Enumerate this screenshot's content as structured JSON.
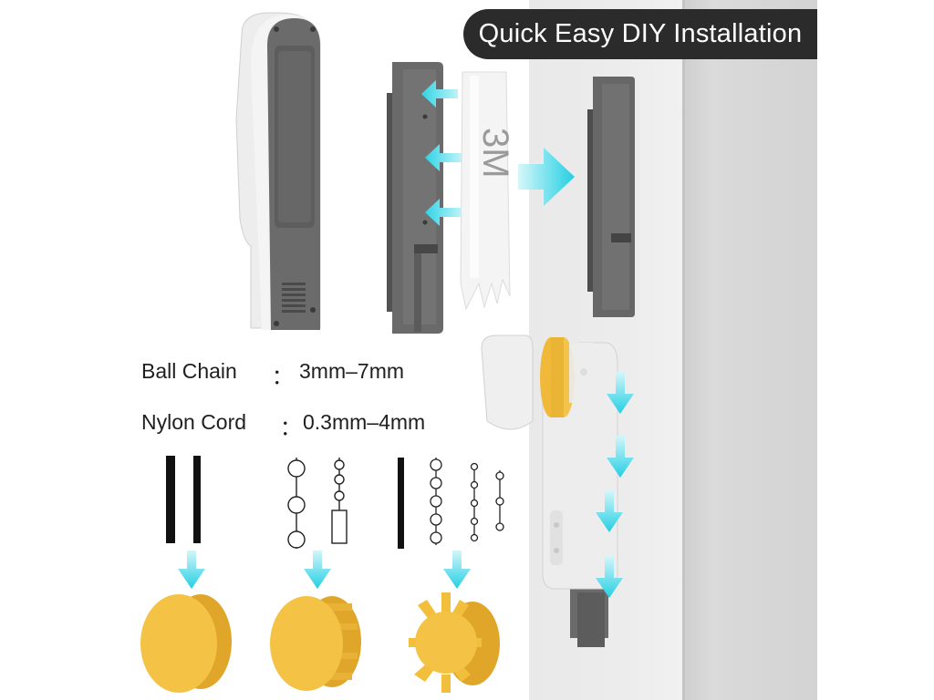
{
  "banner": {
    "title": "Quick Easy DIY Installation"
  },
  "tape": {
    "label": "3M"
  },
  "specs": {
    "ball_chain": {
      "label": "Ball Chain",
      "separator": "：",
      "value": "3mm–7mm"
    },
    "nylon_cord": {
      "label": "Nylon Cord",
      "separator": "：",
      "value": "0.3mm–4mm"
    }
  },
  "colors": {
    "banner_bg": "#2b2b2b",
    "arrow": "#3fd6e6",
    "gear": "#f2bf3c",
    "device_body": "#ececec",
    "device_panel": "#6b6b6b",
    "wall": "#e4e4e4"
  },
  "icons": [
    "down-arrow-icon",
    "right-arrow-icon",
    "left-arrow-icon"
  ]
}
